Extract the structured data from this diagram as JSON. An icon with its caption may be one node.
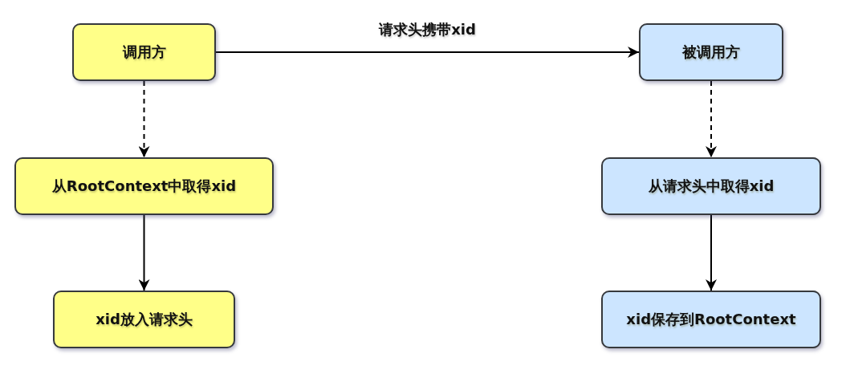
{
  "diagram": {
    "nodes": [
      {
        "text": [
          "调用方"
        ]
      },
      {
        "text": [
          "从RootContext中取得xid"
        ]
      },
      {
        "text": [
          "xid放入请求头"
        ]
      },
      {
        "text": [
          "被调用方"
        ]
      },
      {
        "text": [
          "从请求头中取得xid"
        ]
      },
      {
        "text": [
          "xid保存到RootContext"
        ]
      }
    ],
    "edges": [
      {
        "from": 0,
        "to": 3,
        "arrow": "to",
        "label": "请求头携带xid"
      },
      {
        "from": 0,
        "to": 1,
        "arrow": "to",
        "style": "dashed"
      },
      {
        "from": 1,
        "to": 2,
        "arrow": "to"
      },
      {
        "from": 3,
        "to": 4,
        "arrow": "to",
        "style": "dashed"
      },
      {
        "from": 4,
        "to": 5,
        "arrow": "to"
      }
    ]
  }
}
